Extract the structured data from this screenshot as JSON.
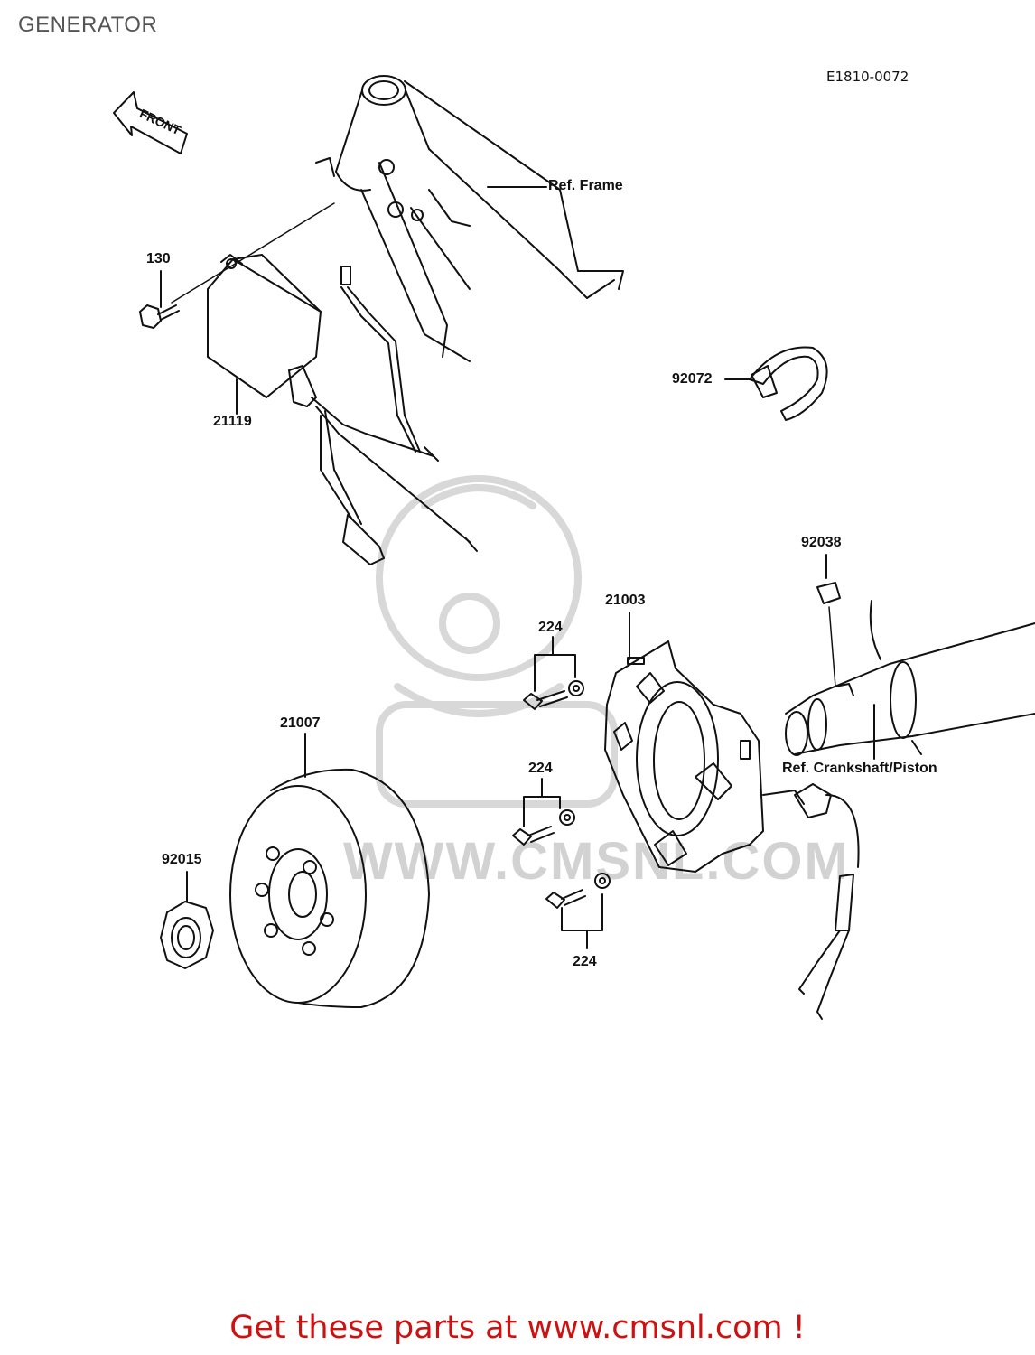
{
  "header": {
    "title": "GENERATOR"
  },
  "diagram": {
    "code": "E1810-0072",
    "front_label": "FRONT",
    "callouts": {
      "ref_frame": "Ref. Frame",
      "p130": "130",
      "p21119": "21119",
      "p92072": "92072",
      "p92038": "92038",
      "p21003": "21003",
      "p224_a": "224",
      "p224_b": "224",
      "p224_c": "224",
      "p21007": "21007",
      "p92015": "92015",
      "ref_crankshaft": "Ref. Crankshaft/Piston"
    },
    "watermark": "WWW.CMSNL.COM"
  },
  "footer": {
    "link_text": "Get these parts at www.cmsnl.com !"
  },
  "colors": {
    "title": "#555555",
    "footer": "#cc1111",
    "ink": "#111111",
    "watermark": "#d2d2d2"
  }
}
